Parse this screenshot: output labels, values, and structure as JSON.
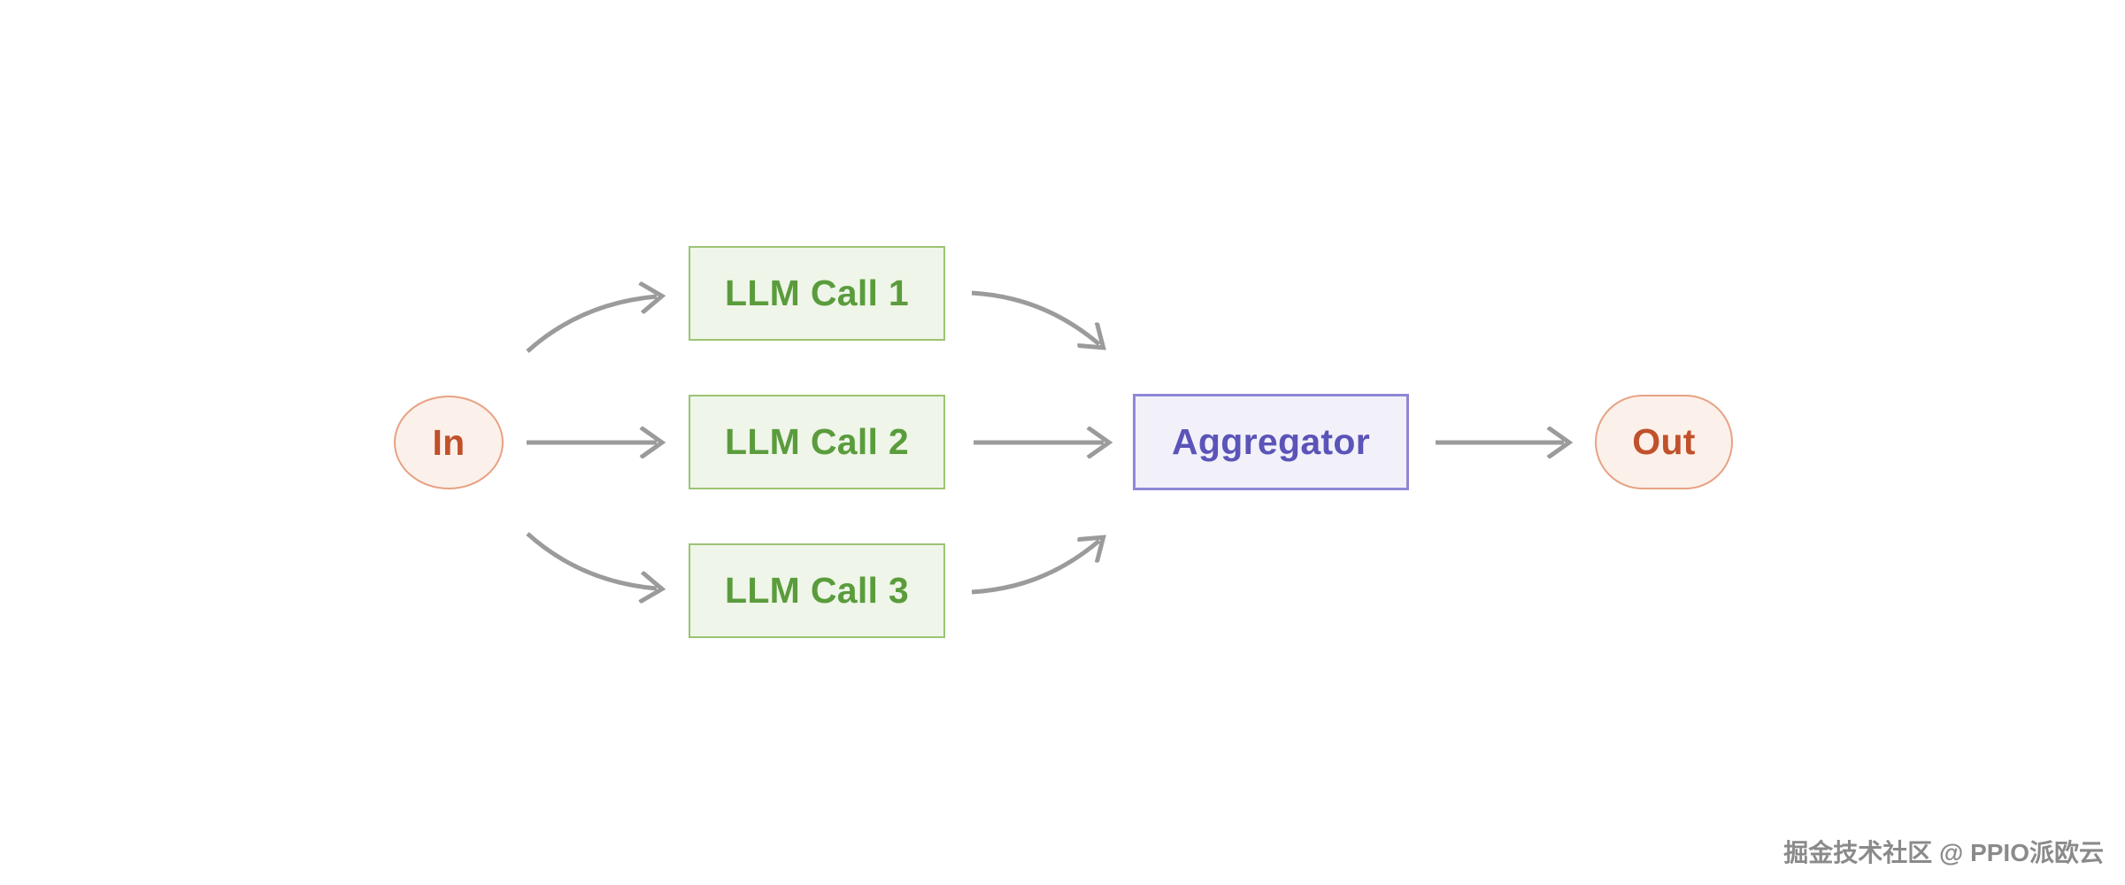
{
  "diagram": {
    "type": "workflow",
    "nodes": {
      "in": {
        "label": "In",
        "shape": "circle",
        "role": "input-terminal"
      },
      "llm_call_1": {
        "label": "LLM Call 1",
        "shape": "rect",
        "role": "process"
      },
      "llm_call_2": {
        "label": "LLM Call 2",
        "shape": "rect",
        "role": "process"
      },
      "llm_call_3": {
        "label": "LLM Call 3",
        "shape": "rect",
        "role": "process"
      },
      "aggregator": {
        "label": "Aggregator",
        "shape": "rect",
        "role": "aggregator"
      },
      "out": {
        "label": "Out",
        "shape": "pill",
        "role": "output-terminal"
      }
    },
    "edges": [
      {
        "from": "in",
        "to": "llm_call_1",
        "style": "curved-up"
      },
      {
        "from": "in",
        "to": "llm_call_2",
        "style": "straight"
      },
      {
        "from": "in",
        "to": "llm_call_3",
        "style": "curved-down"
      },
      {
        "from": "llm_call_1",
        "to": "aggregator",
        "style": "curved-down"
      },
      {
        "from": "llm_call_2",
        "to": "aggregator",
        "style": "straight"
      },
      {
        "from": "llm_call_3",
        "to": "aggregator",
        "style": "curved-up"
      },
      {
        "from": "aggregator",
        "to": "out",
        "style": "straight"
      }
    ]
  },
  "colors": {
    "terminal_fill": "#FCF0EA",
    "terminal_border": "#E7A284",
    "terminal_text": "#C0512B",
    "llm_fill": "#EFF5E8",
    "llm_border": "#9CC473",
    "llm_text": "#5A9C3C",
    "aggregator_fill": "#F2F1FA",
    "aggregator_border": "#8E88D6",
    "aggregator_text": "#5B54B8",
    "arrow": "#9B9B9B",
    "background": "#FFFFFF",
    "watermark": "#8A8A8A"
  },
  "watermark": {
    "text": "掘金技术社区 @ PPIO派欧云"
  }
}
